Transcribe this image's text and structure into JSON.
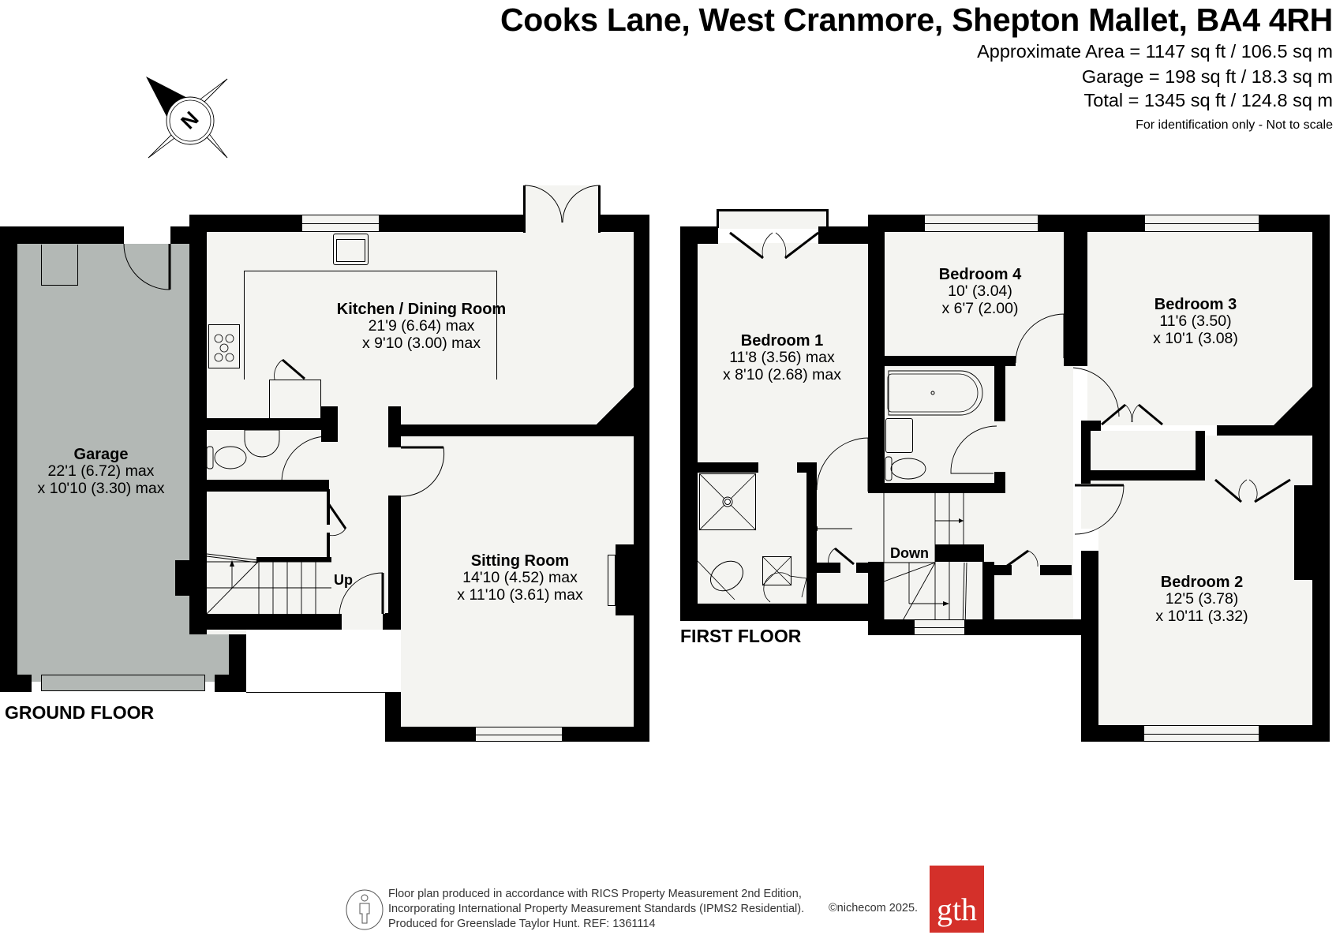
{
  "header": {
    "address": "Cooks Lane, West Cranmore, Shepton Mallet, BA4 4RH",
    "approximate_area": "Approximate Area = 1147 sq ft / 106.5 sq m",
    "garage_area": "Garage = 198 sq ft / 18.3 sq m",
    "total_area": "Total = 1345 sq ft / 124.8 sq m",
    "disclaimer": "For identification only - Not to scale"
  },
  "compass": {
    "icon": "north-compass-icon",
    "letter": "N"
  },
  "ground_floor": {
    "label": "GROUND FLOOR",
    "rooms": [
      {
        "name": "Garage",
        "dim1": "22'1 (6.72) max",
        "dim2": "x 10'10 (3.30) max"
      },
      {
        "name": "Kitchen / Dining Room",
        "dim1": "21'9 (6.64) max",
        "dim2": "x 9'10 (3.00) max"
      },
      {
        "name": "Sitting Room",
        "dim1": "14'10 (4.52) max",
        "dim2": "x 11'10 (3.61) max"
      }
    ],
    "stairs_label": "Up"
  },
  "first_floor": {
    "label": "FIRST FLOOR",
    "rooms": [
      {
        "name": "Bedroom 1",
        "dim1": "11'8 (3.56) max",
        "dim2": "x 8'10 (2.68) max"
      },
      {
        "name": "Bedroom 4",
        "dim1": "10' (3.04)",
        "dim2": "x 6'7 (2.00)"
      },
      {
        "name": "Bedroom 3",
        "dim1": "11'6 (3.50)",
        "dim2": "x 10'1 (3.08)"
      },
      {
        "name": "Bedroom 2",
        "dim1": "12'5 (3.78)",
        "dim2": "x 10'11 (3.32)"
      }
    ],
    "stairs_label": "Down"
  },
  "footer": {
    "line1": "Floor plan produced in accordance with RICS Property Measurement 2nd Edition,",
    "line2": "Incorporating International Property Measurement Standards (IPMS2 Residential).",
    "line3": "Produced for Greenslade Taylor Hunt.   REF:  1361114",
    "copyright": "©nichecom 2025.",
    "logo_text": "gth",
    "logo_color": "#d4302a",
    "person_icon": "ipms-person-icon"
  },
  "colors": {
    "wall": "#000000",
    "room_fill": "#f4f4f1",
    "garage_fill": "#b3b8b5"
  }
}
